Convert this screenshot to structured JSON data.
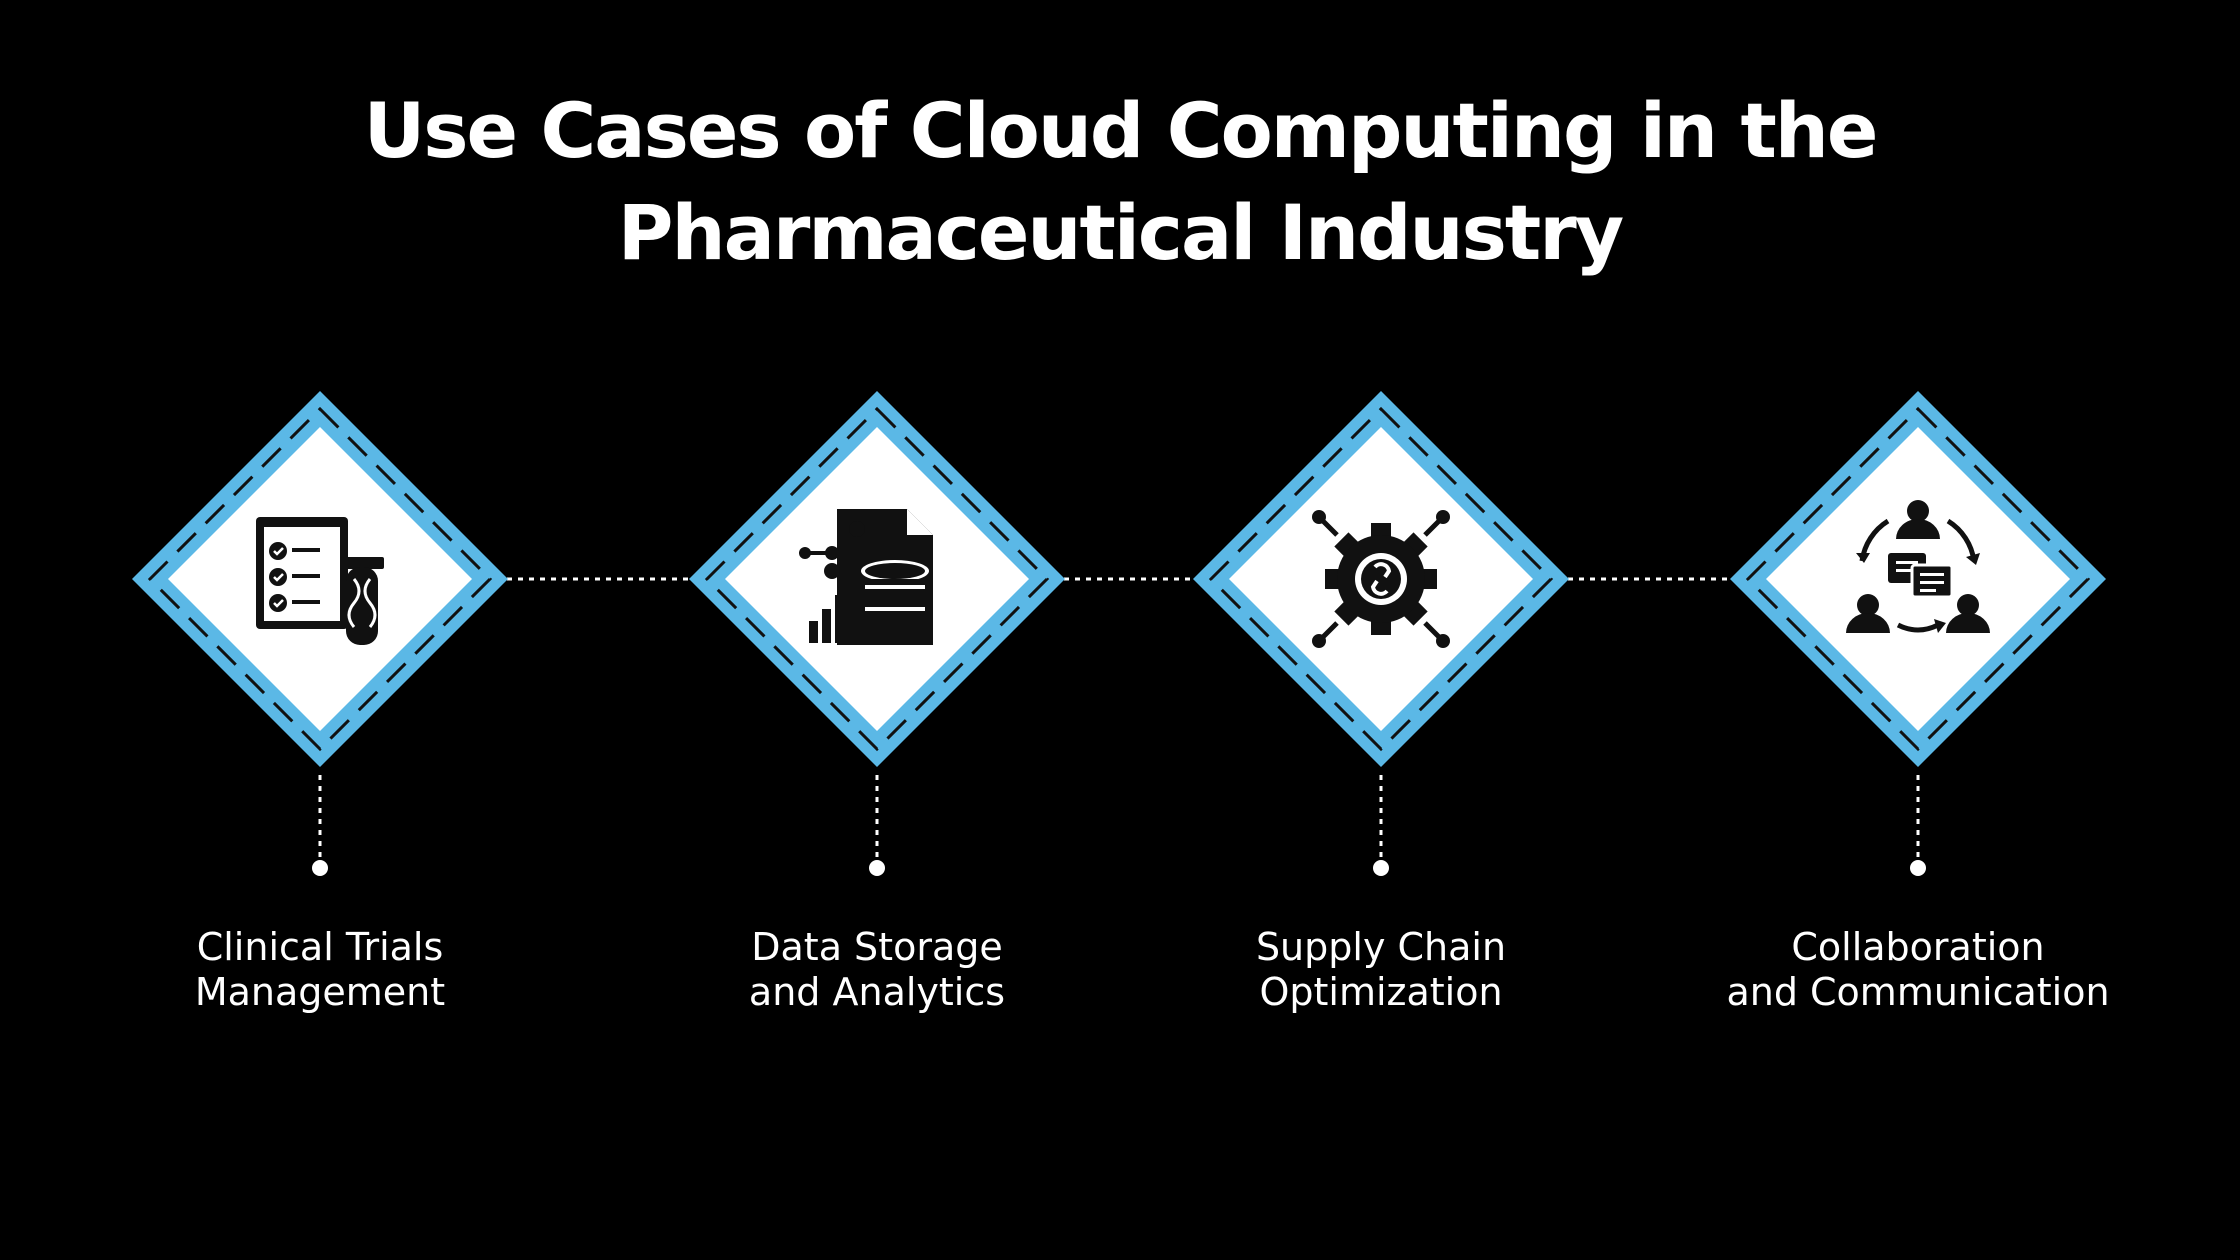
{
  "title": {
    "line1": "Use Cases of Cloud Computing in the",
    "line2": "Pharmaceutical Industry"
  },
  "colors": {
    "background": "#000000",
    "accent": "#5BB8E6",
    "diamond_fill": "#FFFFFF",
    "text": "#FFFFFF",
    "icon": "#111111"
  },
  "steps": [
    {
      "line1": "Clinical Trials",
      "line2": "Management",
      "icon": "clipboard-test-tube-icon"
    },
    {
      "line1": "Data Storage",
      "line2": "and Analytics",
      "icon": "database-document-icon"
    },
    {
      "line1": "Supply Chain",
      "line2": "Optimization",
      "icon": "gear-network-icon"
    },
    {
      "line1": "Collaboration",
      "line2": "and Communication",
      "icon": "team-chat-cycle-icon"
    }
  ]
}
